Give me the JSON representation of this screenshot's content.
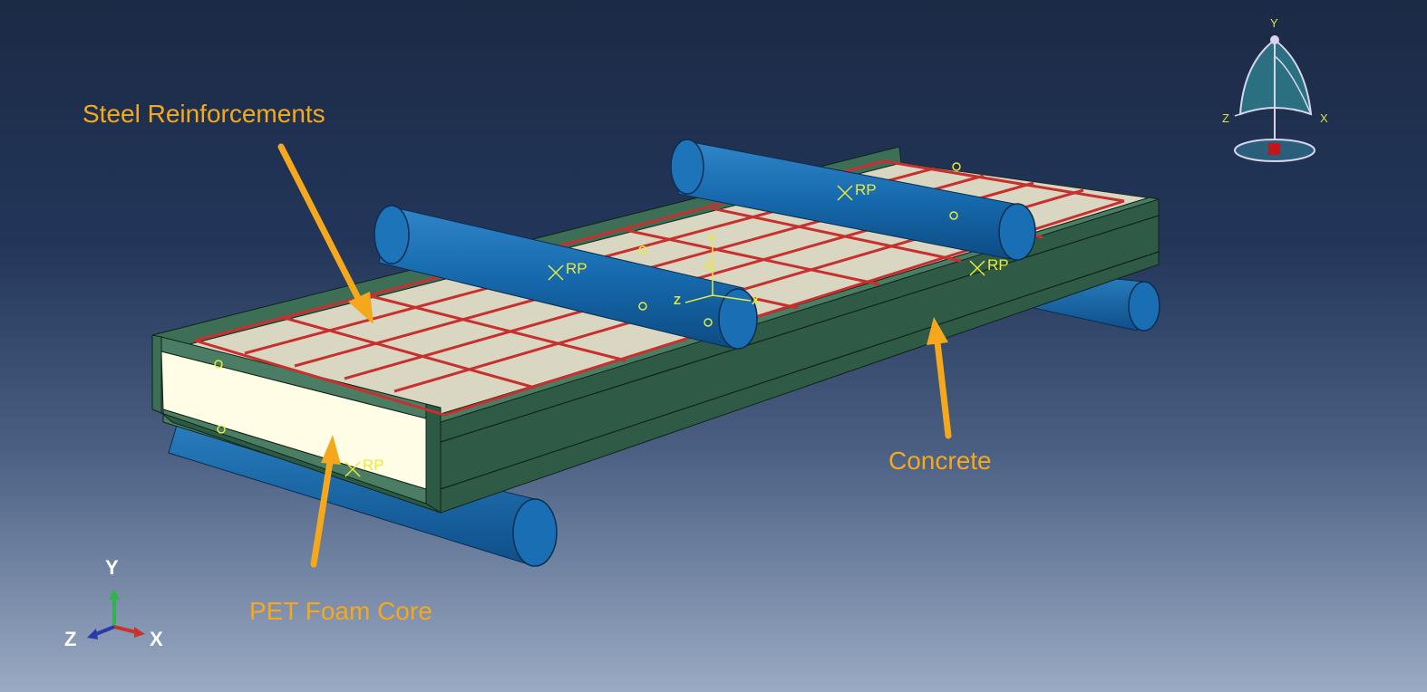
{
  "labels": {
    "steel": "Steel Reinforcements",
    "pet": "PET Foam Core",
    "concrete": "Concrete"
  },
  "reference_points": [
    "RP",
    "RP",
    "RP",
    "RP"
  ],
  "triad_bottom": {
    "y": "Y",
    "z": "Z",
    "x": "X"
  },
  "triad_top": {
    "y": "Y",
    "z": "Z",
    "x": "X"
  },
  "part_csys": {
    "y": "Y",
    "z": "Z",
    "x": "X"
  },
  "colors": {
    "rollers": "#1467aa",
    "concrete": "#2c5a45",
    "foam": "#fffde6",
    "top_face": "#d8d6c0",
    "rebar": "#c83030",
    "callout": "#f6a81c",
    "rp": "#e8ea3a"
  }
}
